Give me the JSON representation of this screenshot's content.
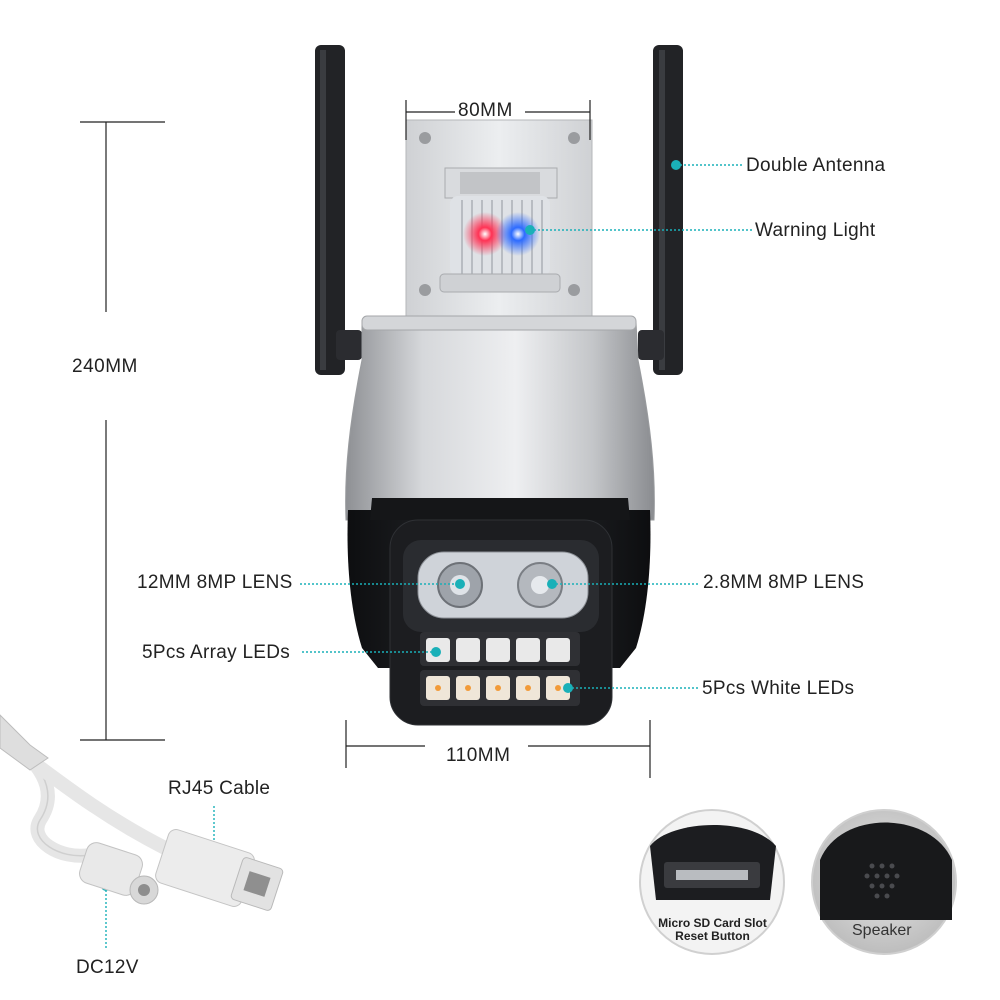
{
  "dimensions": {
    "top_width": "80MM",
    "height": "240MM",
    "bottom_width": "110MM"
  },
  "callouts": {
    "double_antenna": "Double Antenna",
    "warning_light": "Warning Light",
    "lens_12mm": "12MM 8MP LENS",
    "lens_28mm": "2.8MM 8MP LENS",
    "array_leds": "5Pcs Array LEDs",
    "white_leds": "5Pcs White LEDs",
    "rj45_cable": "RJ45 Cable",
    "dc12v": "DC12V"
  },
  "insets": {
    "sd_slot_line1": "Micro SD Card Slot",
    "sd_slot_line2": "Reset Button",
    "speaker": "Speaker"
  },
  "colors": {
    "callout_accent": "#1ab0b8",
    "camera_silver": "#c9cbcf",
    "camera_black": "#1b1c1f",
    "antenna": "#222326"
  }
}
